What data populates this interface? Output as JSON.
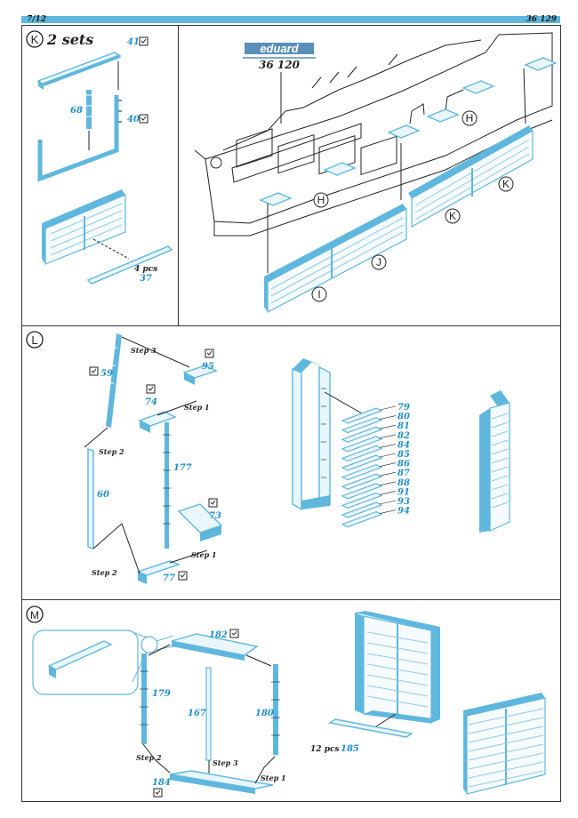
{
  "header": {
    "page_left": "7/12",
    "page_right": "36 129"
  },
  "panel_k": {
    "badge": "K",
    "title": "2 sets",
    "parts": {
      "p41": "41",
      "p68": "68",
      "p40": "40",
      "qty": "4 pcs",
      "p37": "37"
    }
  },
  "panel_top_right": {
    "logo": "eduard",
    "kit": "36 120",
    "callouts": {
      "h1": "H",
      "h2": "H",
      "k1": "K",
      "k2": "K",
      "j": "J",
      "i": "I"
    }
  },
  "panel_l": {
    "badge": "L",
    "parts": {
      "p59": "59",
      "p95": "95",
      "p74": "74",
      "p177": "177",
      "p60": "60",
      "p73": "73",
      "p77": "77"
    },
    "steps": {
      "s3": "Step 3",
      "s1a": "Step 1",
      "s2a": "Step 2",
      "s1b": "Step 1",
      "s2b": "Step 2"
    },
    "slat_parts": [
      "79",
      "80",
      "81",
      "82",
      "84",
      "85",
      "86",
      "87",
      "88",
      "91",
      "93",
      "94"
    ]
  },
  "panel_m": {
    "badge": "M",
    "parts": {
      "p182": "182",
      "p179": "179",
      "p167": "167",
      "p180": "180",
      "p184": "184",
      "qty": "12 pcs",
      "p185": "185"
    },
    "steps": {
      "s2": "Step 2",
      "s3": "Step 3",
      "s1": "Step 1"
    }
  },
  "colors": {
    "part_blue": "#5fb7de",
    "label_blue": "#1f8fc9",
    "ink": "#222222"
  }
}
